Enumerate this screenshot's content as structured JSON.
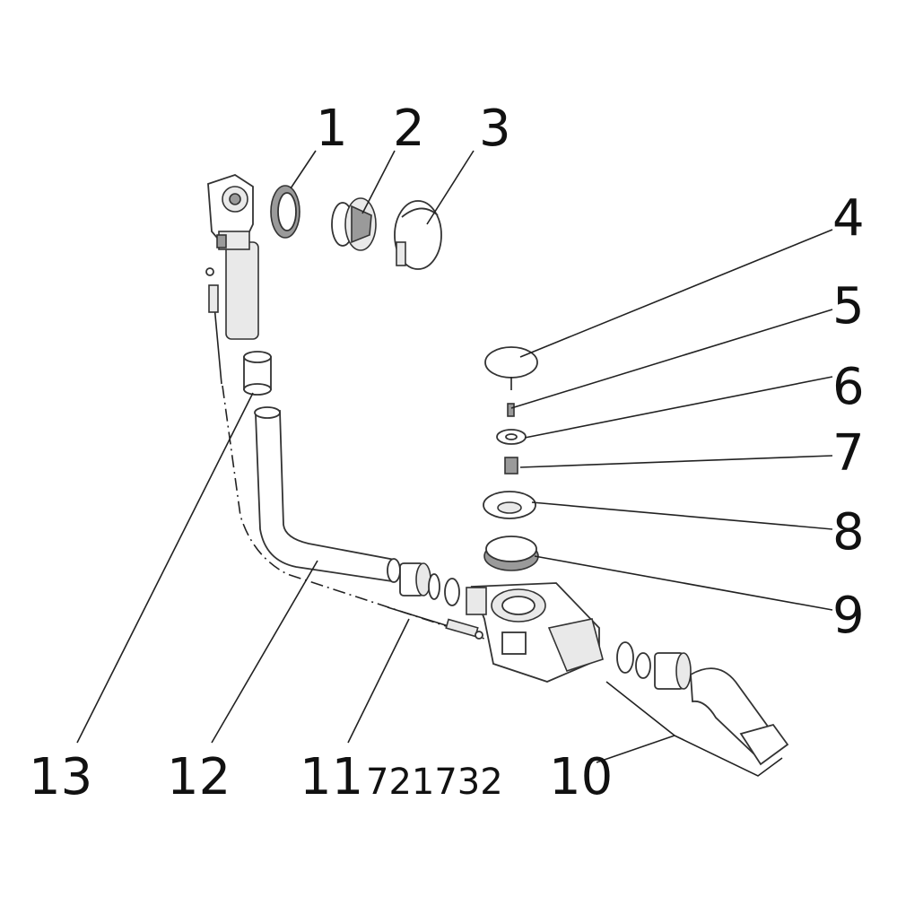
{
  "diagram": {
    "part_numbers": [
      "1",
      "2",
      "3",
      "4",
      "5",
      "6",
      "7",
      "8",
      "9",
      "10",
      "11",
      "12",
      "13"
    ],
    "article_code": "721732"
  }
}
